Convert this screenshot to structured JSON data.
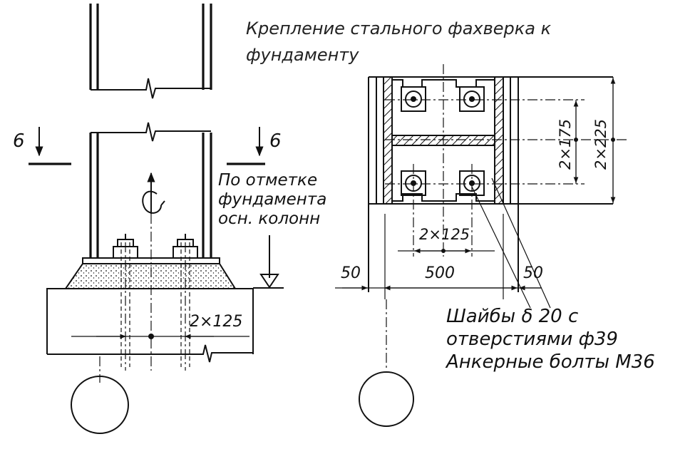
{
  "title": {
    "line1": "Крепление стального фахверка к",
    "line2": "фундаменту"
  },
  "left_view": {
    "section_mark_left": "6",
    "section_mark_right": "6",
    "level_note_line1": "По отметке",
    "level_note_line2": "фундамента",
    "level_note_line3": "осн. колонн",
    "dim_bolt_spacing": "2×125"
  },
  "right_view": {
    "dim_vertical_inner": "2×175",
    "dim_vertical_outer": "2×225",
    "dim_bolt_spacing": "2×125",
    "dim_width_main": "500",
    "dim_edge_left": "50",
    "dim_edge_right": "50",
    "note_line1": "Шайбы δ 20 с",
    "note_line2": "отверстиями ф39",
    "note_line3": "Анкерные болты М36"
  }
}
